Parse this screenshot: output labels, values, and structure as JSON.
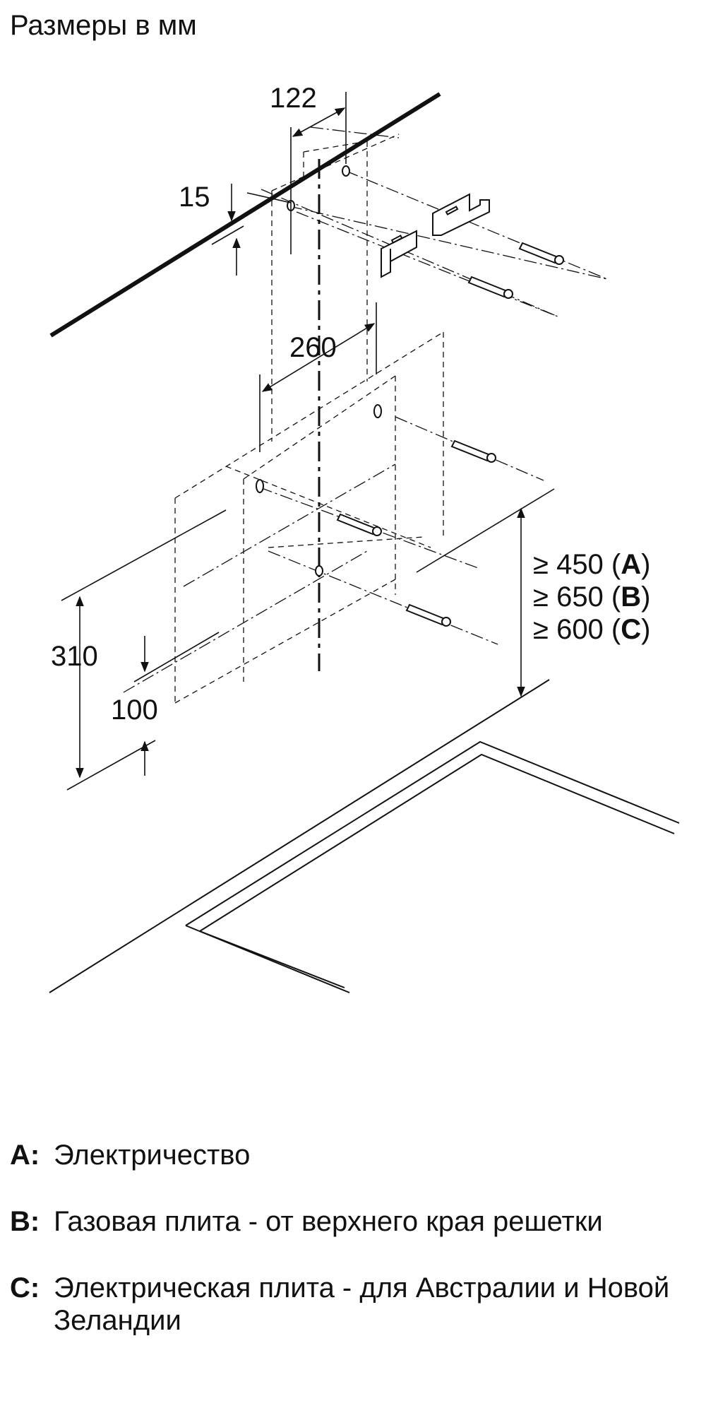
{
  "title": "Размеры в мм",
  "dimensions": {
    "d122": "122",
    "d15": "15",
    "d260": "260",
    "d310": "310",
    "d100": "100"
  },
  "clearances": [
    {
      "prefix": "≥ 450 (",
      "key": "A",
      "suffix": ")"
    },
    {
      "prefix": "≥ 650 (",
      "key": "B",
      "suffix": ")"
    },
    {
      "prefix": "≥ 600 (",
      "key": "C",
      "suffix": ")"
    }
  ],
  "legend": [
    {
      "key": "A:",
      "text": "Электричество"
    },
    {
      "key": "B:",
      "text": "Газовая плита - от верхнего края решетки"
    },
    {
      "key": "C:",
      "text": "Электрическая плита - для Австралии и Новой Зеландии"
    }
  ]
}
